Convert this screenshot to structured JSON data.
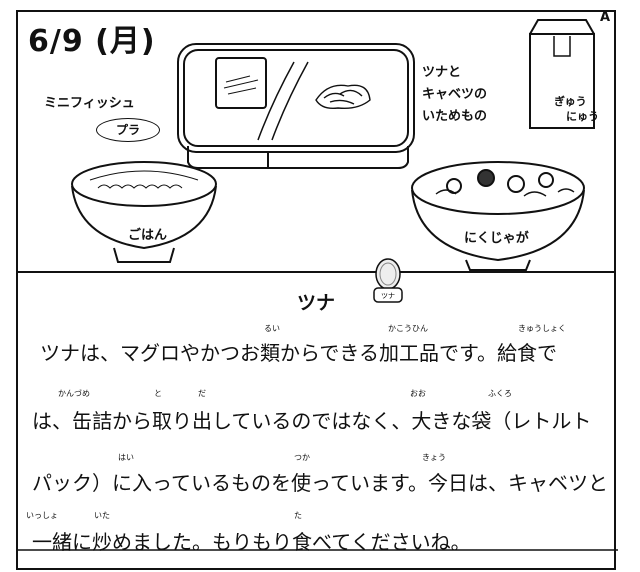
{
  "header": {
    "date": "6/9 (月)",
    "corner_letter": "A"
  },
  "menu": {
    "fish_label": "ミニフィッシュ",
    "fish_tag": "プラ",
    "side_dish_label": [
      "ツナと",
      "キャベツの",
      "いためもの"
    ],
    "rice_label": "ごはん",
    "stew_label": "にくじゃが",
    "milk_label": [
      "ぎゅう",
      "にゅう"
    ]
  },
  "feature": {
    "title": "ツナ",
    "can_label": "ツナ",
    "lines": [
      "ツナは、マグロやかつお類からできる加工品です。給食で",
      "は、缶詰から取り出しているのではなく、大きな袋（レトルト",
      "パック）に入っているものを使っています。今日は、キャベツと",
      "一緒に炒めました。もりもり食べてくださいね。"
    ],
    "ruby": [
      {
        "text": "るい",
        "line": 0
      },
      {
        "text": "かこうひん",
        "line": 0
      },
      {
        "text": "きゅうしょく",
        "line": 0
      },
      {
        "text": "かんづめ",
        "line": 1
      },
      {
        "text": "と",
        "line": 1
      },
      {
        "text": "だ",
        "line": 1
      },
      {
        "text": "おお",
        "line": 1
      },
      {
        "text": "ふくろ",
        "line": 1
      },
      {
        "text": "はい",
        "line": 2
      },
      {
        "text": "つか",
        "line": 2
      },
      {
        "text": "きょう",
        "line": 2
      },
      {
        "text": "いっしょ",
        "line": 3
      },
      {
        "text": "いた",
        "line": 3
      },
      {
        "text": "た",
        "line": 3
      }
    ]
  }
}
